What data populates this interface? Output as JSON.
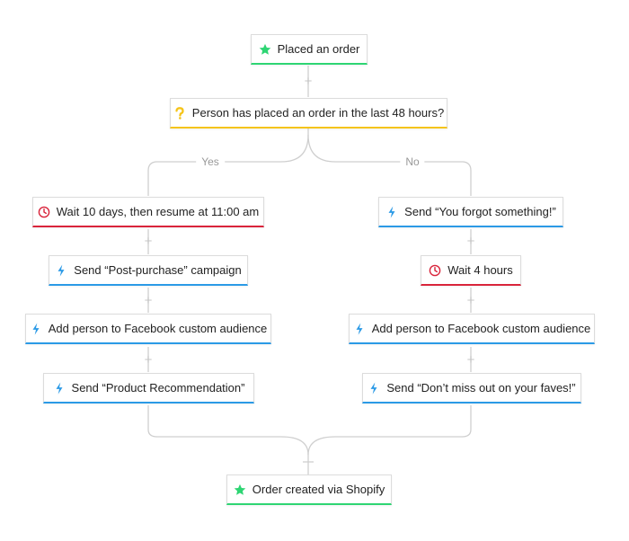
{
  "trigger": {
    "label": "Placed an order",
    "icon": "star-icon"
  },
  "condition": {
    "label": "Person has placed an order in the last 48 hours?",
    "icon": "question-icon"
  },
  "branches": {
    "yes_label": "Yes",
    "no_label": "No",
    "yes_steps": [
      {
        "label": "Wait 10 days, then resume at 11:00 am",
        "type": "wait"
      },
      {
        "label": "Send “Post-purchase” campaign",
        "type": "action"
      },
      {
        "label": "Add person to Facebook custom audience",
        "type": "action"
      },
      {
        "label": "Send “Product Recommendation”",
        "type": "action"
      }
    ],
    "no_steps": [
      {
        "label": "Send “You forgot something!”",
        "type": "action"
      },
      {
        "label": "Wait 4 hours",
        "type": "wait"
      },
      {
        "label": "Add person to Facebook custom audience",
        "type": "action"
      },
      {
        "label": "Send “Don’t miss out on your faves!”",
        "type": "action"
      }
    ]
  },
  "end": {
    "label": "Order created via Shopify",
    "icon": "star-icon"
  },
  "colors": {
    "trigger": "#2ed573",
    "condition": "#f5c419",
    "wait": "#d9243b",
    "action": "#2b9ae6",
    "connector": "#cfcfcf"
  }
}
